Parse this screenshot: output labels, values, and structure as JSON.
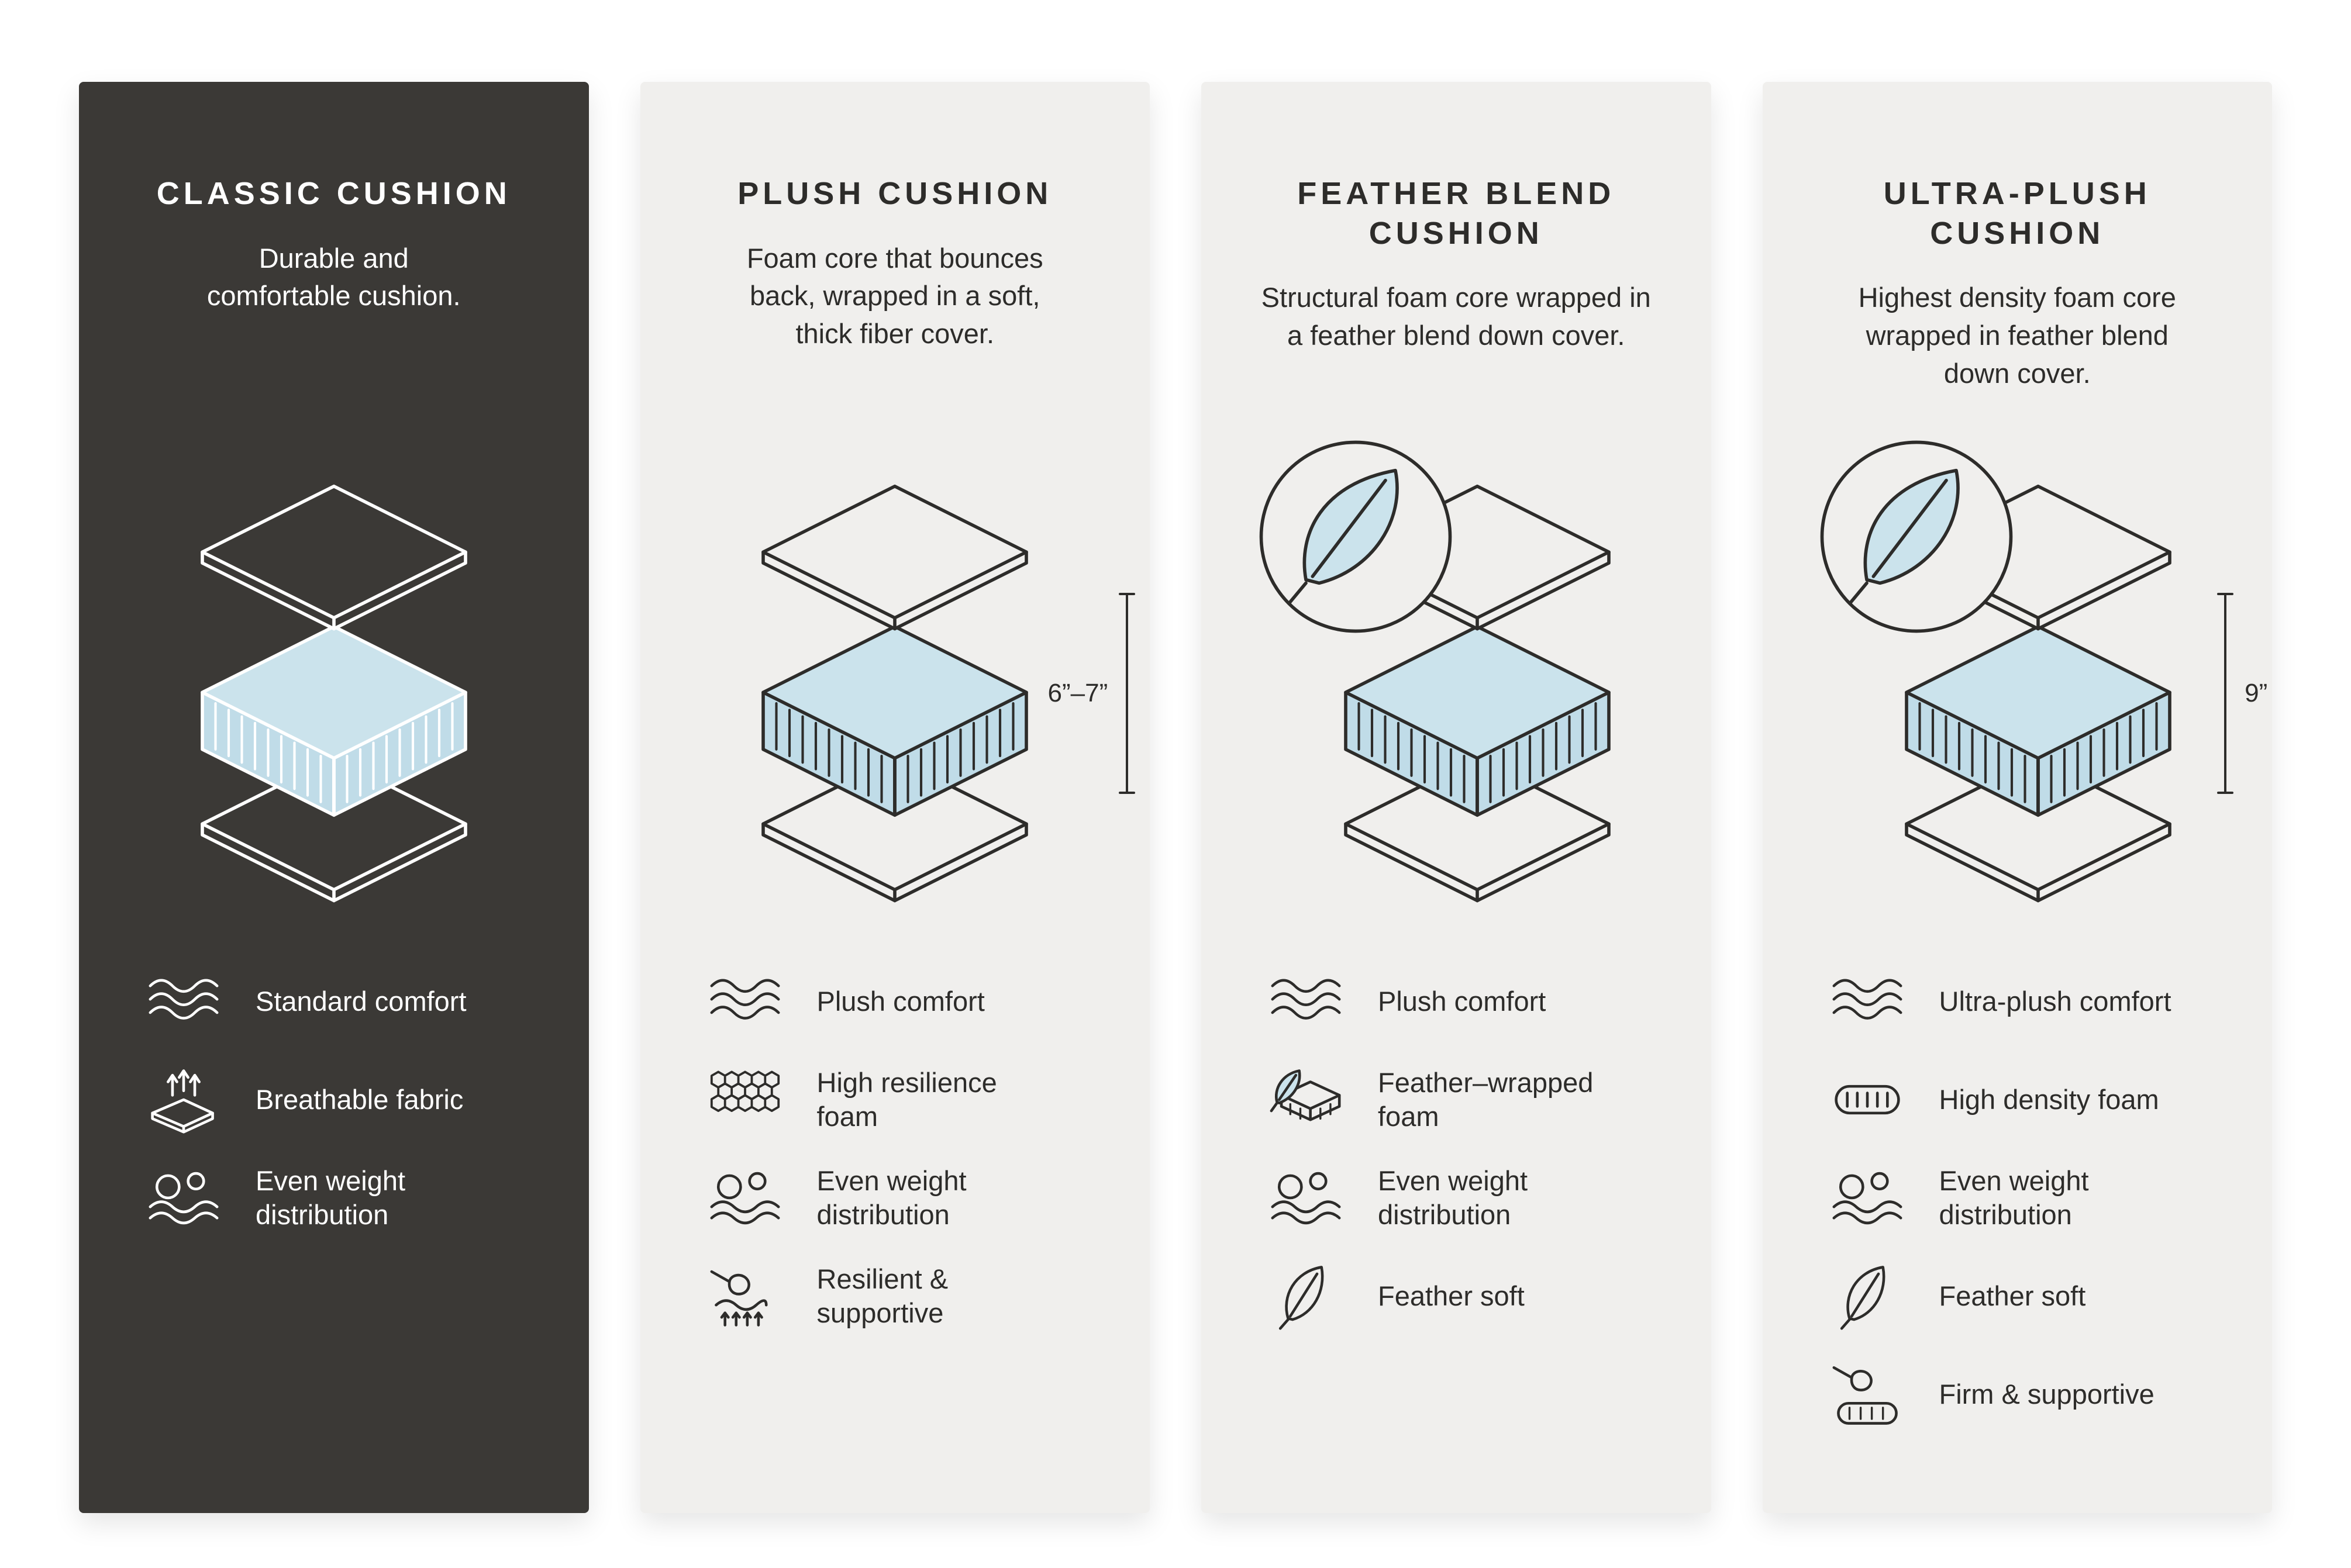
{
  "colors": {
    "page_bg": "#ffffff",
    "dark_panel_bg": "#3b3936",
    "light_panel_bg": "#f0efed",
    "dark_text": "#2d2c2a",
    "light_text": "#ffffff",
    "foam_blue_top": "#cbe3ec",
    "foam_blue_side": "#c0dce8"
  },
  "panels": [
    {
      "id": "classic",
      "theme": "dark",
      "title": "CLASSIC CUSHION",
      "description": "Durable and\ncomfortable cushion.",
      "diagram": {
        "feather_badge": false,
        "measurement": null
      },
      "features": [
        {
          "icon": "waves-icon",
          "label": "Standard comfort"
        },
        {
          "icon": "breathable-fabric-icon",
          "label": "Breathable fabric"
        },
        {
          "icon": "even-weight-icon",
          "label": "Even weight\ndistribution"
        }
      ]
    },
    {
      "id": "plush",
      "theme": "light",
      "title": "PLUSH CUSHION",
      "description": "Foam core that bounces\nback, wrapped in a soft,\nthick fiber cover.",
      "diagram": {
        "feather_badge": false,
        "measurement": "6”–7”"
      },
      "features": [
        {
          "icon": "waves-icon",
          "label": "Plush comfort"
        },
        {
          "icon": "foam-cells-icon",
          "label": "High resilience\nfoam"
        },
        {
          "icon": "even-weight-icon",
          "label": "Even weight\ndistribution"
        },
        {
          "icon": "hand-press-icon",
          "label": "Resilient &\nsupportive"
        }
      ]
    },
    {
      "id": "feather-blend",
      "theme": "light",
      "title": "FEATHER BLEND\nCUSHION",
      "description": "Structural foam core wrapped in\na feather blend down cover.",
      "diagram": {
        "feather_badge": true,
        "measurement": null
      },
      "features": [
        {
          "icon": "waves-icon",
          "label": "Plush comfort"
        },
        {
          "icon": "feather-foam-icon",
          "label": "Feather–wrapped\nfoam"
        },
        {
          "icon": "even-weight-icon",
          "label": "Even weight\ndistribution"
        },
        {
          "icon": "feather-icon",
          "label": "Feather soft"
        }
      ]
    },
    {
      "id": "ultra-plush",
      "theme": "light",
      "title": "ULTRA-PLUSH\nCUSHION",
      "description": "Highest density foam core\nwrapped in feather blend\ndown cover.",
      "diagram": {
        "feather_badge": true,
        "measurement": "9”"
      },
      "features": [
        {
          "icon": "waves-icon",
          "label": "Ultra-plush comfort"
        },
        {
          "icon": "high-density-foam-icon",
          "label": "High density foam"
        },
        {
          "icon": "even-weight-icon",
          "label": "Even weight\ndistribution"
        },
        {
          "icon": "feather-icon",
          "label": "Feather soft"
        },
        {
          "icon": "firm-support-icon",
          "label": "Firm & supportive"
        }
      ]
    }
  ]
}
